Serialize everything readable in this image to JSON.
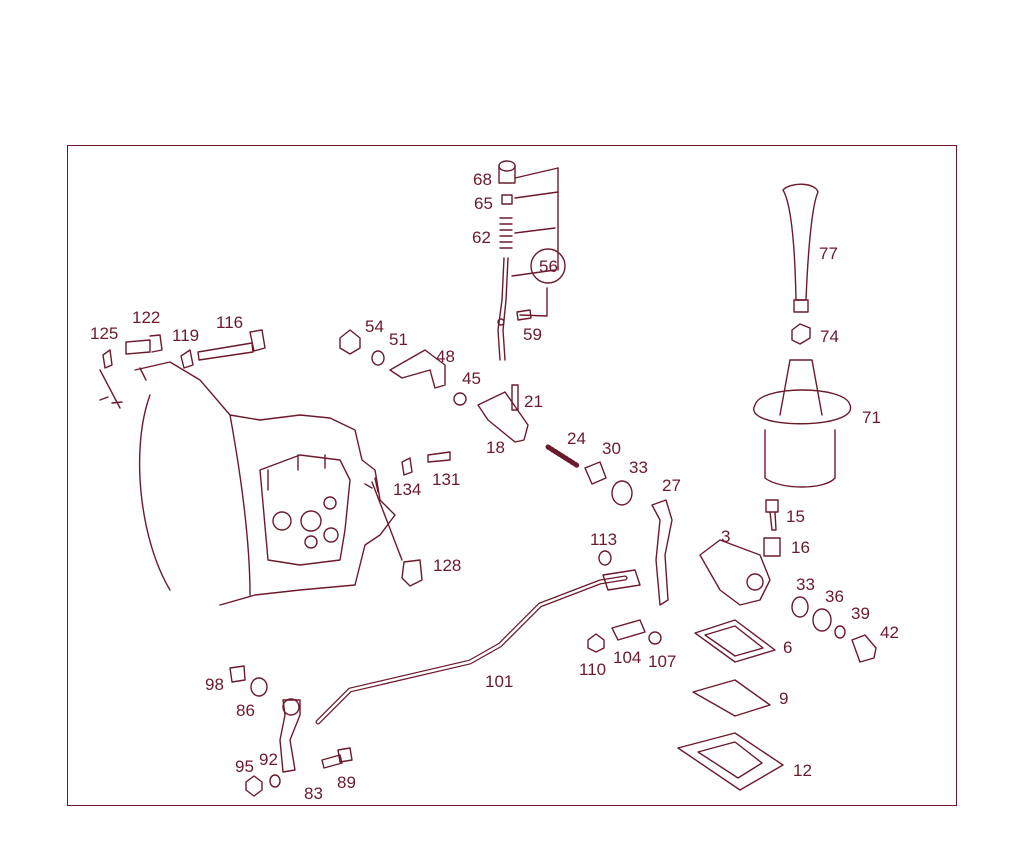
{
  "diagram": {
    "ink_color": "#6b1a2b",
    "labels": [
      {
        "id": "68",
        "text": "68"
      },
      {
        "id": "65",
        "text": "65"
      },
      {
        "id": "62",
        "text": "62"
      },
      {
        "id": "56",
        "text": "56"
      },
      {
        "id": "59",
        "text": "59"
      },
      {
        "id": "77",
        "text": "77"
      },
      {
        "id": "74",
        "text": "74"
      },
      {
        "id": "71",
        "text": "71"
      },
      {
        "id": "125",
        "text": "125"
      },
      {
        "id": "122",
        "text": "122"
      },
      {
        "id": "119",
        "text": "119"
      },
      {
        "id": "116",
        "text": "116"
      },
      {
        "id": "54",
        "text": "54"
      },
      {
        "id": "51",
        "text": "51"
      },
      {
        "id": "48",
        "text": "48"
      },
      {
        "id": "45",
        "text": "45"
      },
      {
        "id": "21",
        "text": "21"
      },
      {
        "id": "18",
        "text": "18"
      },
      {
        "id": "24",
        "text": "24"
      },
      {
        "id": "30",
        "text": "30"
      },
      {
        "id": "33a",
        "text": "33"
      },
      {
        "id": "27",
        "text": "27"
      },
      {
        "id": "134",
        "text": "134"
      },
      {
        "id": "131",
        "text": "131"
      },
      {
        "id": "128",
        "text": "128"
      },
      {
        "id": "113",
        "text": "113"
      },
      {
        "id": "3",
        "text": "3"
      },
      {
        "id": "15",
        "text": "15"
      },
      {
        "id": "16",
        "text": "16"
      },
      {
        "id": "33b",
        "text": "33"
      },
      {
        "id": "36",
        "text": "36"
      },
      {
        "id": "39",
        "text": "39"
      },
      {
        "id": "42",
        "text": "42"
      },
      {
        "id": "6",
        "text": "6"
      },
      {
        "id": "110",
        "text": "110"
      },
      {
        "id": "104",
        "text": "104"
      },
      {
        "id": "107",
        "text": "107"
      },
      {
        "id": "101",
        "text": "101"
      },
      {
        "id": "9",
        "text": "9"
      },
      {
        "id": "98",
        "text": "98"
      },
      {
        "id": "86",
        "text": "86"
      },
      {
        "id": "95",
        "text": "95"
      },
      {
        "id": "92",
        "text": "92"
      },
      {
        "id": "83",
        "text": "83"
      },
      {
        "id": "89",
        "text": "89"
      },
      {
        "id": "12",
        "text": "12"
      }
    ]
  }
}
